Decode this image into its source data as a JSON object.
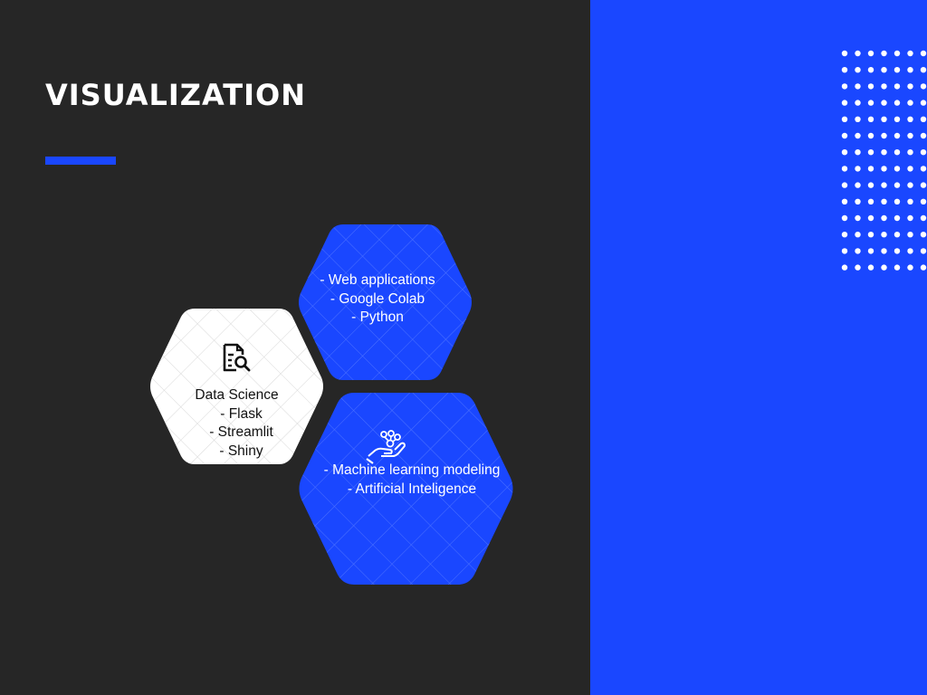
{
  "slide": {
    "title": "VISUALIZATION",
    "colors": {
      "background_dark": "#262626",
      "accent_blue": "#1a47ff",
      "white": "#ffffff"
    },
    "hexagons": {
      "left": {
        "icon": "document-search-icon",
        "lines": [
          "Data Science",
          "- Flask",
          "- Streamlit",
          "- Shiny"
        ]
      },
      "top": {
        "lines": [
          "- Web applications",
          "- Google Colab",
          "- Python"
        ]
      },
      "bottom": {
        "icon": "hand-network-icon",
        "lines": [
          "- Machine learning modeling",
          "- Artificial Inteligence"
        ]
      }
    }
  }
}
